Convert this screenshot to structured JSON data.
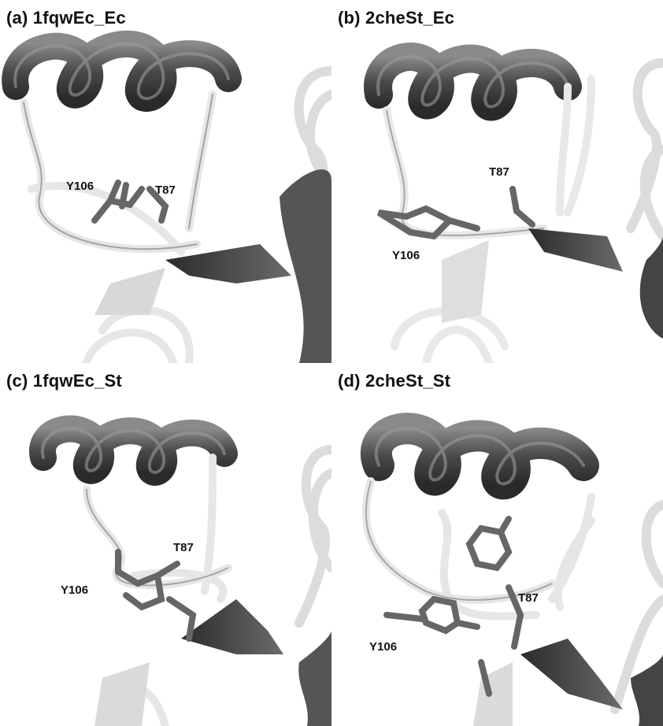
{
  "panels": [
    {
      "id": "a",
      "title": "(a) 1fqwEc_Ec",
      "labels": {
        "y106": "Y106",
        "t87": "T87"
      }
    },
    {
      "id": "b",
      "title": "(b) 2cheSt_Ec",
      "labels": {
        "y106": "Y106",
        "t87": "T87"
      }
    },
    {
      "id": "c",
      "title": "(c) 1fqwEc_St",
      "labels": {
        "y106": "Y106",
        "t87": "T87"
      }
    },
    {
      "id": "d",
      "title": "(d) 2cheSt_St",
      "labels": {
        "y106": "Y106",
        "t87": "T87"
      }
    }
  ]
}
